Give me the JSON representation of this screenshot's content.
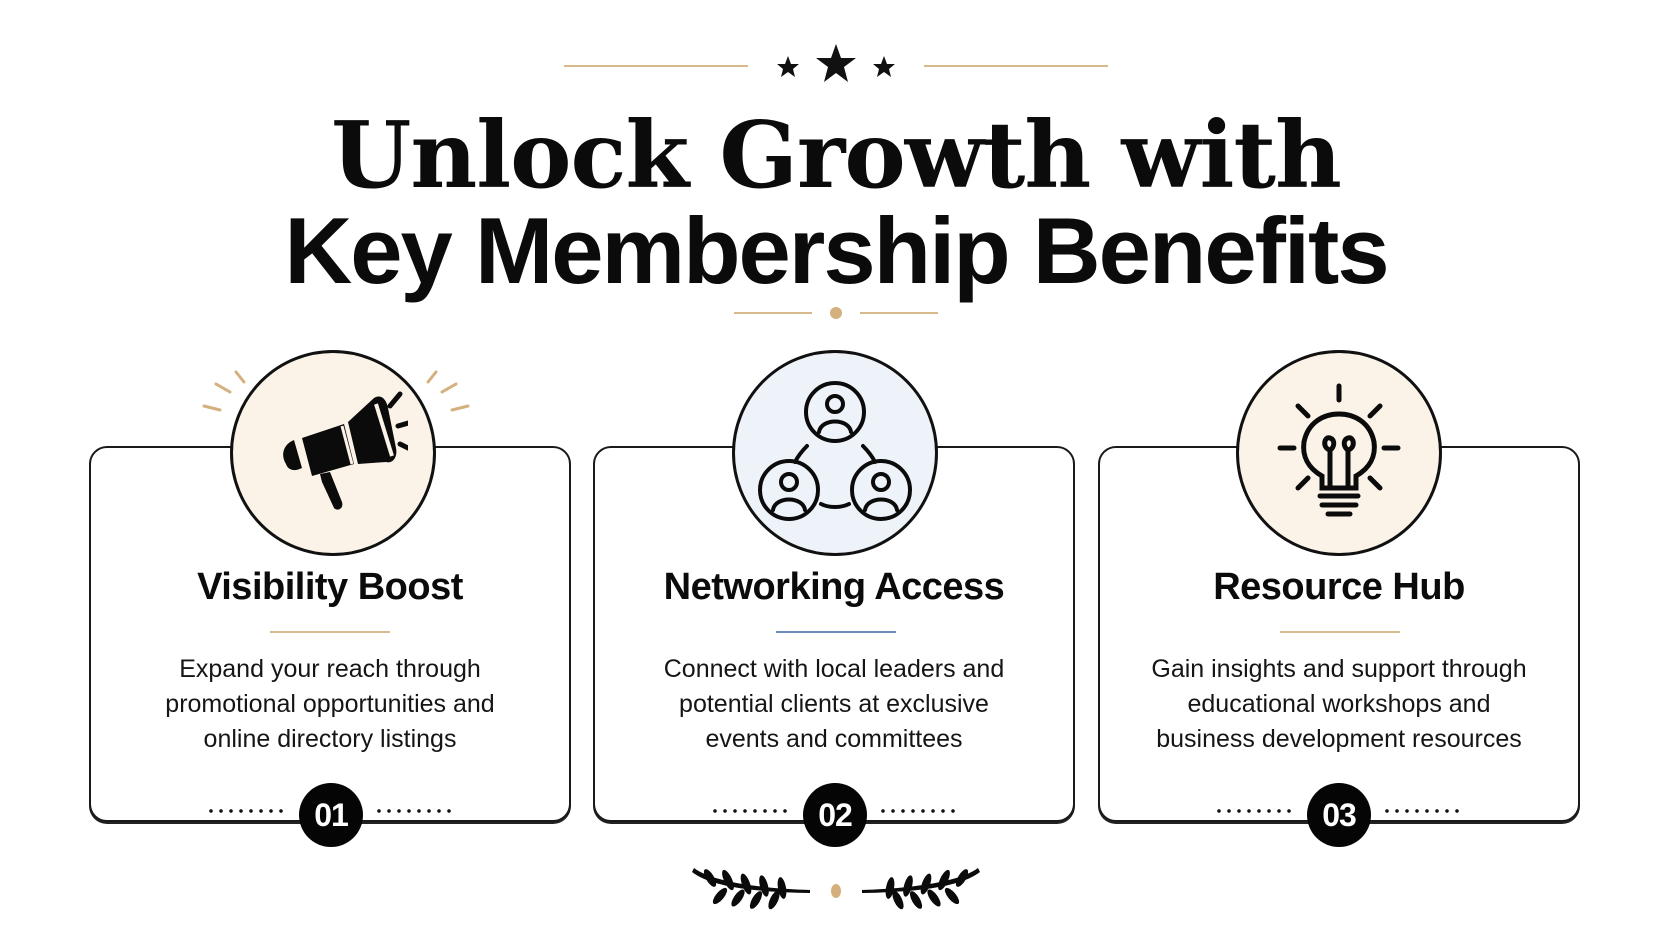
{
  "header": {
    "title_line1": "Unlock Growth with",
    "title_line2": "Key Membership Benefits",
    "ornament_top": "three-stars",
    "ornament_bottom": "laurel-dot"
  },
  "colors": {
    "accent_gold": "#d8b98c",
    "accent_blue": "#6a8fbf",
    "circle_cream": "#fbf3e8",
    "circle_blue": "#eef3fa",
    "ink": "#0b0b0b"
  },
  "benefits": [
    {
      "number": "01",
      "icon": "megaphone-icon",
      "title": "Visibility Boost",
      "description_lines": [
        "Expand your reach through",
        "promotional opportunities and",
        "online directory listings"
      ]
    },
    {
      "number": "02",
      "icon": "network-people-icon",
      "title": "Networking Access",
      "description_lines": [
        "Connect with local leaders and",
        "potential clients at exclusive",
        "events and committees"
      ]
    },
    {
      "number": "03",
      "icon": "lightbulb-icon",
      "title": "Resource Hub",
      "description_lines": [
        "Gain insights and support through",
        "educational workshops and",
        "business development resources"
      ]
    }
  ]
}
